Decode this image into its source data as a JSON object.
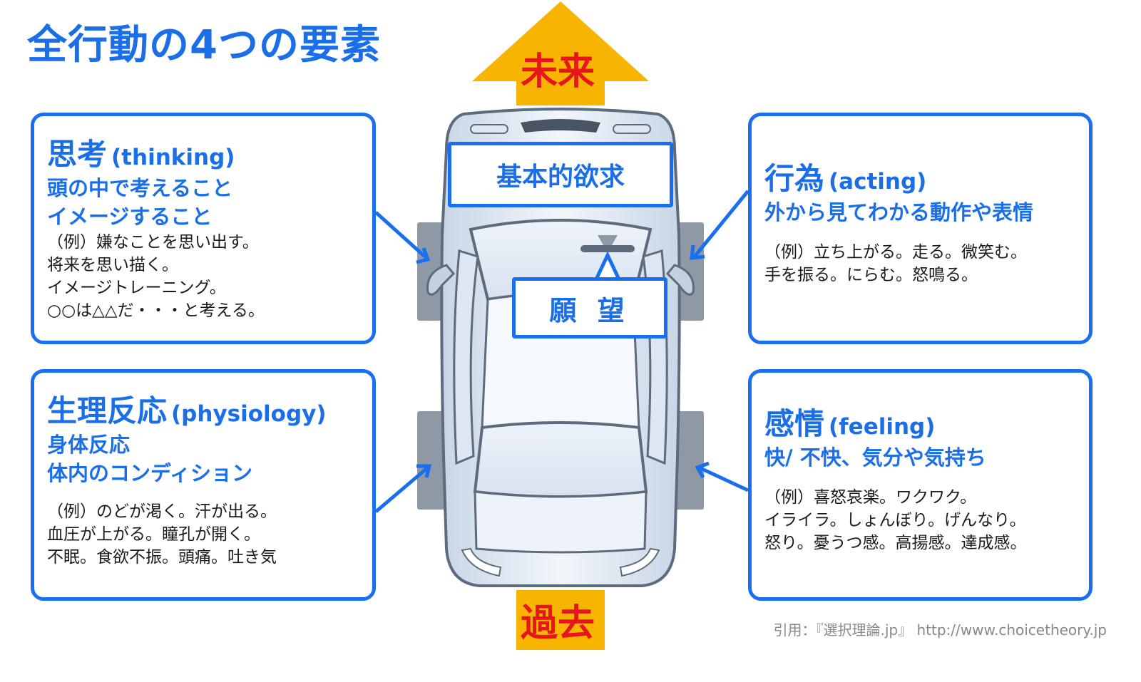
{
  "title": "全行動の4つの要素",
  "arrow": {
    "future": "未来",
    "past": "過去",
    "color": "#f7b400",
    "text_color": "#e8141e"
  },
  "center": {
    "needs": "基本的欲求",
    "wants": "願 望"
  },
  "components": {
    "thinking": {
      "title_jp": "思考",
      "title_en": "(thinking)",
      "subtitle": [
        "頭の中で考えること",
        "イメージすること"
      ],
      "examples": [
        "（例）嫌なことを思い出す。",
        "将来を思い描く。",
        "イメージトレーニング。",
        "○○は△△だ・・・と考える。"
      ]
    },
    "acting": {
      "title_jp": "行為",
      "title_en": "(acting)",
      "subtitle": [
        "外から見てわかる動作や表情"
      ],
      "examples": [
        "（例）立ち上がる。走る。微笑む。",
        "手を振る。にらむ。怒鳴る。"
      ]
    },
    "physiology": {
      "title_jp": "生理反応",
      "title_en": "(physiology)",
      "subtitle": [
        "身体反応",
        "体内のコンディション"
      ],
      "examples": [
        "（例）のどが渇く。汗が出る。",
        "血圧が上がる。瞳孔が開く。",
        "不眠。食欲不振。頭痛。吐き気"
      ]
    },
    "feeling": {
      "title_jp": "感情",
      "title_en": "(feeling)",
      "subtitle": [
        "快/ 不快、気分や気持ち"
      ],
      "examples": [
        "（例）喜怒哀楽。ワクワク。",
        "イライラ。しょんぼり。げんなり。",
        "怒り。憂うつ感。高揚感。達成感。"
      ]
    }
  },
  "citation": "引用：『選択理論.jp』 http://www.choicetheory.jp",
  "colors": {
    "accent": "#1a6fe8",
    "border": "#1a6ff0"
  }
}
